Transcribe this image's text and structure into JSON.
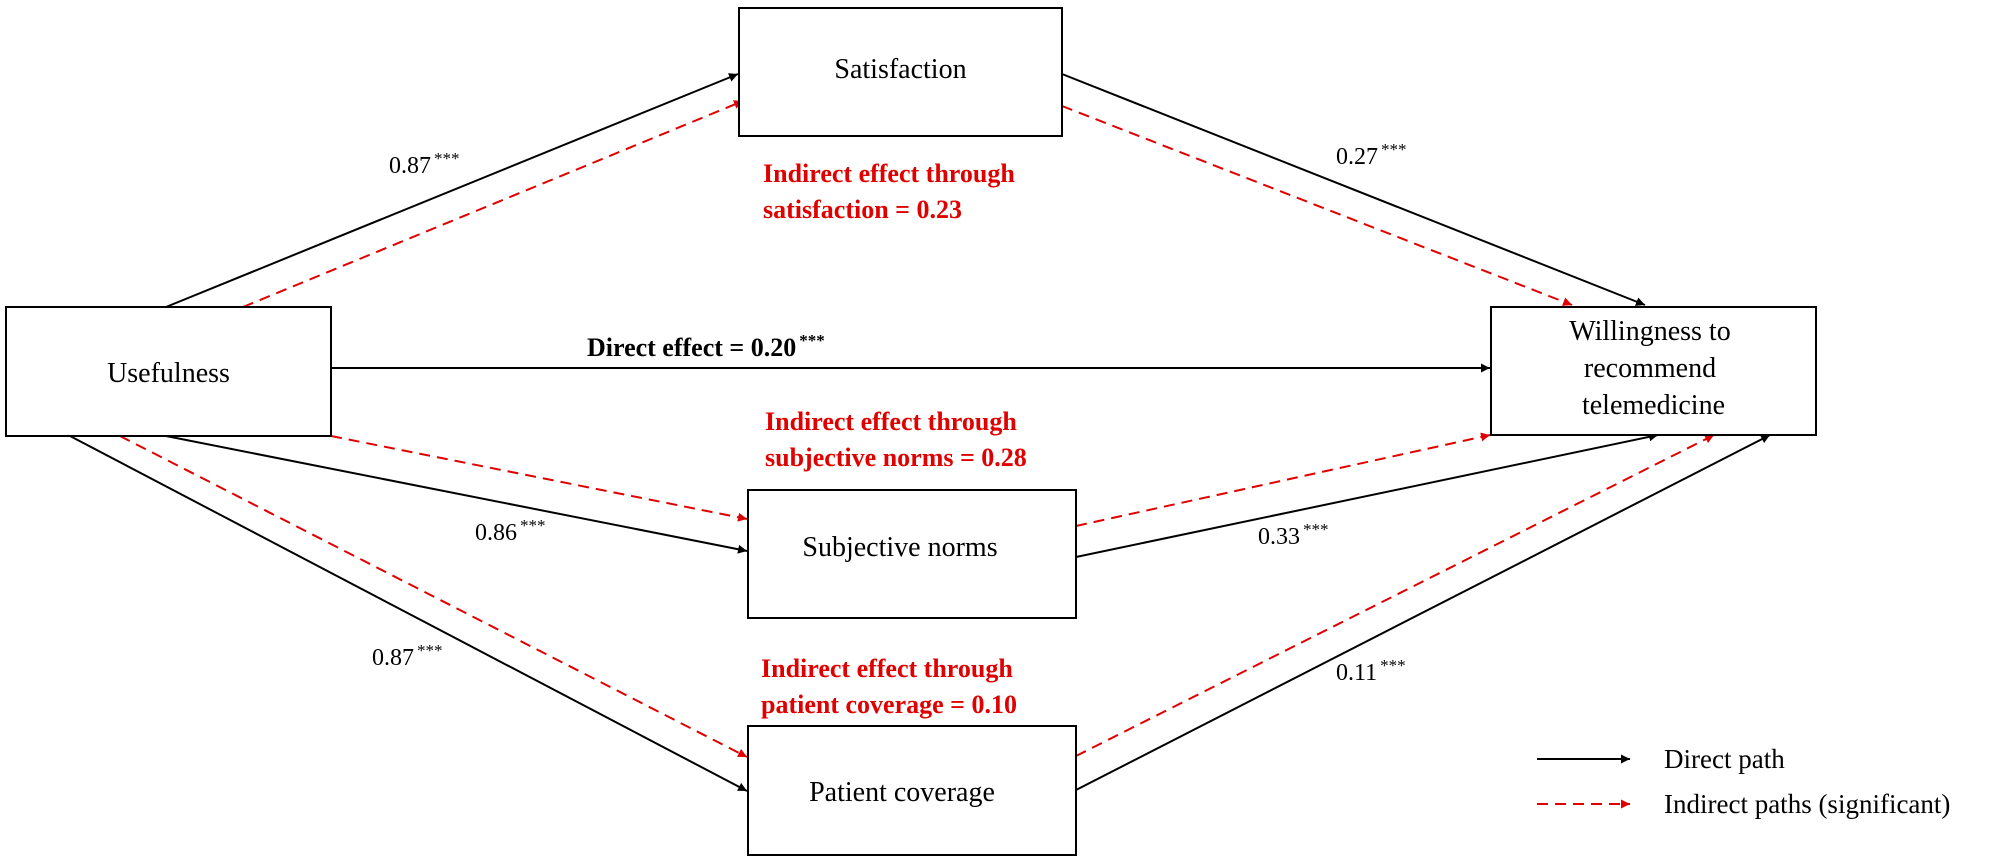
{
  "nodes": {
    "satisfaction": {
      "lines": [
        "Satisfaction"
      ]
    },
    "usefulness": {
      "lines": [
        "Usefulness"
      ]
    },
    "willingness": {
      "lines": [
        "Willingness to",
        "recommend",
        "telemedicine"
      ]
    },
    "subjective_norms": {
      "lines": [
        "Subjective norms"
      ]
    },
    "patient_coverage": {
      "lines": [
        "Patient coverage"
      ]
    }
  },
  "coefficients": {
    "use_sat": {
      "value": "0.87",
      "sig": "***"
    },
    "sat_will": {
      "value": "0.27",
      "sig": "***"
    },
    "use_norms": {
      "value": "0.86",
      "sig": "***"
    },
    "norms_will": {
      "value": "0.33",
      "sig": "***"
    },
    "use_cov": {
      "value": "0.87",
      "sig": "***"
    },
    "cov_will": {
      "value": "0.11",
      "sig": "***"
    }
  },
  "annotations": {
    "direct": {
      "text": "Direct effect = 0.20",
      "sig": "***"
    },
    "indirect_satisfaction": [
      "Indirect effect through",
      "satisfaction = 0.23"
    ],
    "indirect_norms": [
      "Indirect effect through",
      "subjective norms = 0.28"
    ],
    "indirect_coverage": [
      "Indirect effect through",
      "patient coverage = 0.10"
    ]
  },
  "legend": {
    "direct_label": "Direct path",
    "indirect_label": "Indirect paths (significant)"
  },
  "colors": {
    "direct": "#000000",
    "indirect": "#e00000"
  }
}
